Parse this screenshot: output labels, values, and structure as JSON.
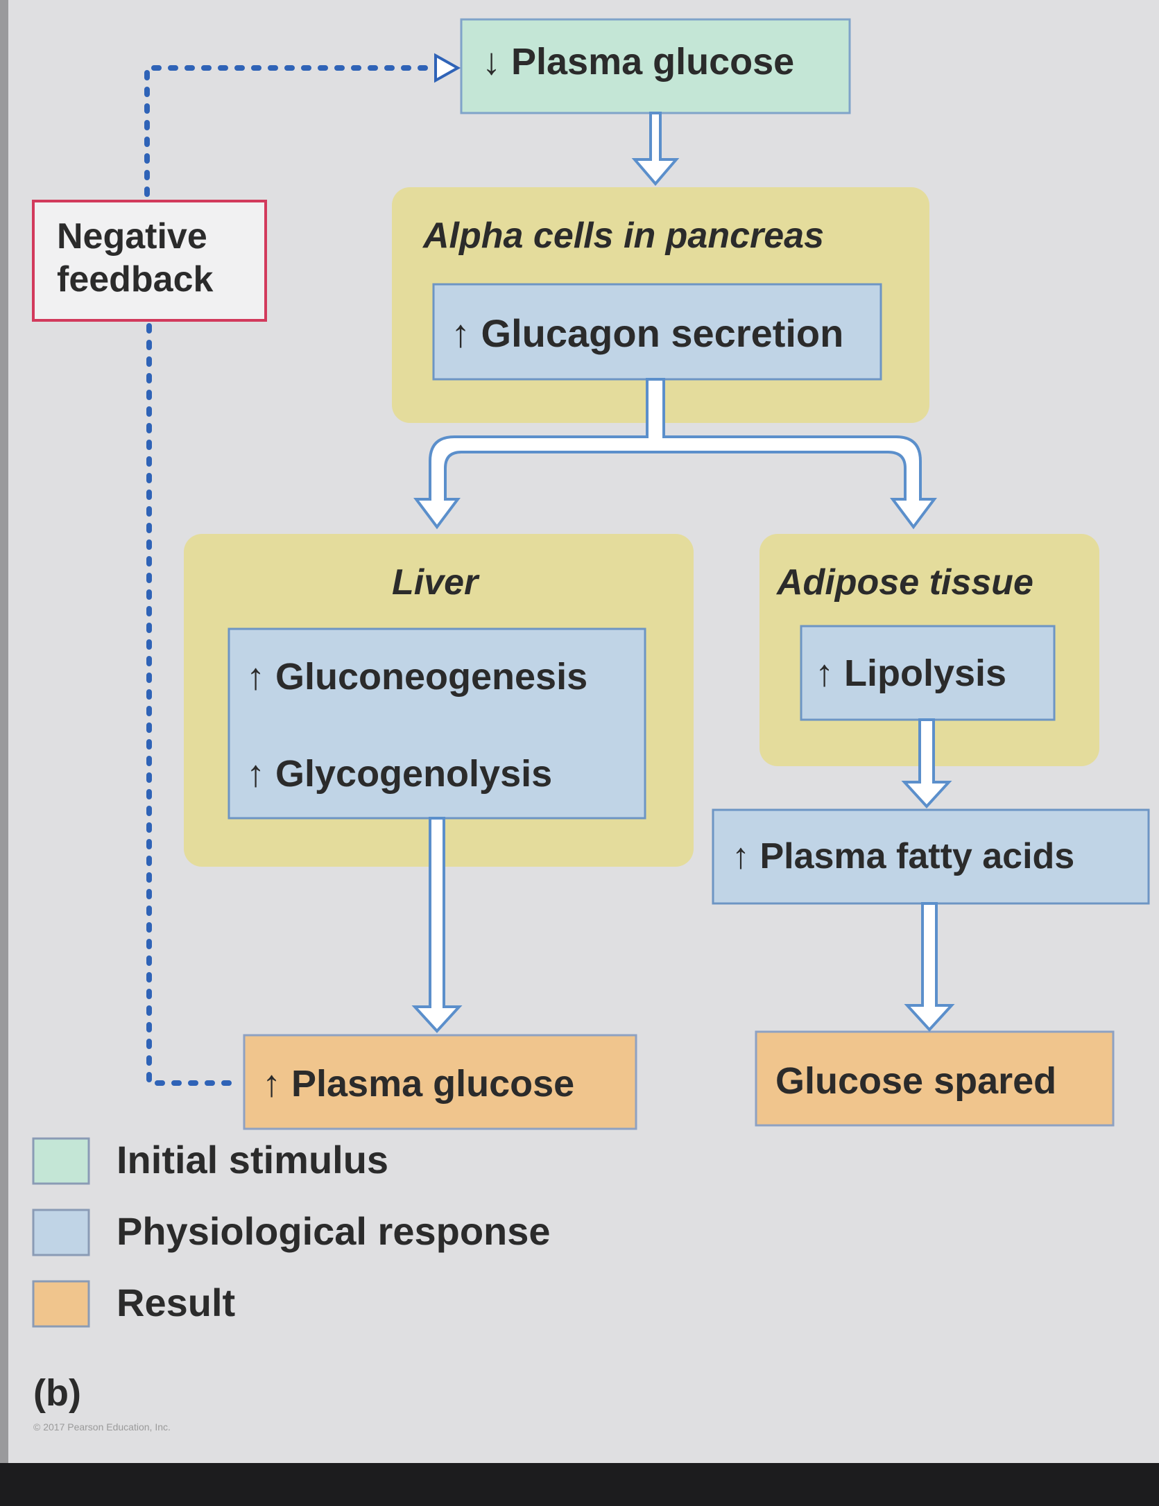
{
  "diagram": {
    "initial_stimulus": "↓ Plasma glucose",
    "feedback_label": "Negative feedback",
    "pancreas_region": "Alpha cells in pancreas",
    "pancreas_response": "↑ Glucagon secretion",
    "liver_region": "Liver",
    "liver_responses": [
      "↑ Gluconeogenesis",
      "↑ Glycogenolysis"
    ],
    "adipose_region": "Adipose tissue",
    "adipose_response": "↑ Lipolysis",
    "fatty_acids": "↑ Plasma fatty acids",
    "result_glucose": "↑ Plasma glucose",
    "result_spared": "Glucose spared"
  },
  "legend": {
    "items": [
      {
        "label": "Initial stimulus",
        "color": "#c4e6d6"
      },
      {
        "label": "Physiological response",
        "color": "#c0d4e6"
      },
      {
        "label": "Result",
        "color": "#f0c58d"
      }
    ]
  },
  "panel_label": "(b)",
  "copyright": "© 2017 Pearson Education, Inc.",
  "colors": {
    "page": "#dfdfe1",
    "region": "#e4dc9c",
    "stimulus": "#c4e6d6",
    "response": "#c0d4e6",
    "result": "#f0c58d",
    "feedback_border": "#d23a5c",
    "arrow": "#5b8fcb",
    "dots": "#2f63b7"
  }
}
